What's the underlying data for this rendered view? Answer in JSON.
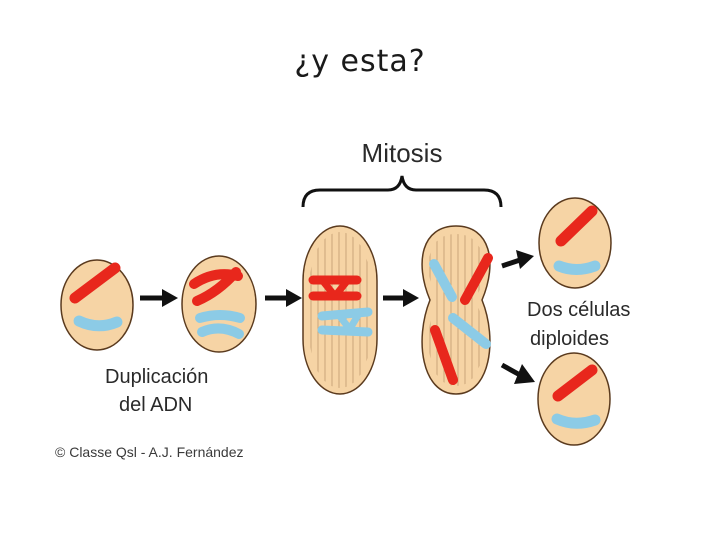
{
  "slide": {
    "title": "¿y esta?"
  },
  "diagram": {
    "heading": "Mitosis",
    "label_duplication_line1": "Duplicación",
    "label_duplication_line2": "del ADN",
    "label_result_line1": "Dos células",
    "label_result_line2": "diploides",
    "credit": "© Classe Qsl - A.J. Fernández"
  },
  "colors": {
    "cell_fill": "#f6d4a5",
    "cell_stroke": "#5a3a1e",
    "chromosome_red": "#e8271c",
    "chromosome_blue": "#8ccbe6",
    "spindle_line": "#b08a60",
    "arrow": "#111111"
  }
}
